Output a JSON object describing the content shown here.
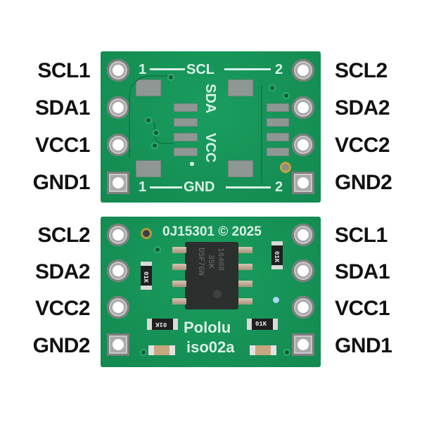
{
  "top_view": {
    "left_labels": [
      "SCL1",
      "SDA1",
      "VCC1",
      "GND1"
    ],
    "right_labels": [
      "SCL2",
      "SDA2",
      "VCC2",
      "GND2"
    ],
    "silkscreen": {
      "top_left_num": "1",
      "top_center": "SCL",
      "top_right_num": "2",
      "bottom_left_num": "1",
      "bottom_center": "GND",
      "bottom_right_num": "2",
      "vertical_sda": "SDA",
      "vertical_vcc": "VCC"
    }
  },
  "bottom_view": {
    "left_labels": [
      "SCL2",
      "SDA2",
      "VCC2",
      "GND2"
    ],
    "right_labels": [
      "SCL1",
      "SDA1",
      "VCC1",
      "GND1"
    ],
    "silkscreen": {
      "part_number": "0J15301 © 2025",
      "brand": "Pololu",
      "model": "iso02a"
    },
    "ic_marking": [
      "16408",
      "35K",
      "DSF7GN"
    ],
    "resistor_code": "01K"
  },
  "colors": {
    "pcb_green": "#16935a",
    "silkscreen": "#d8f0e4",
    "label_text": "#111111",
    "background": "#ffffff"
  }
}
